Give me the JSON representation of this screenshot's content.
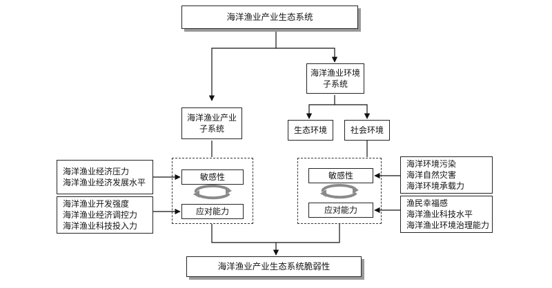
{
  "root": {
    "label": "海洋渔业产业生态系统"
  },
  "industry_subsystem": {
    "label": "海洋渔业产业\n子系统"
  },
  "environment_subsystem": {
    "label": "海洋渔业环境\n子系统"
  },
  "ecological_env": {
    "label": "生态环境"
  },
  "social_env": {
    "label": "社会环境"
  },
  "left_panel": {
    "sensitivity": "敏感性",
    "coping": "应对能力"
  },
  "right_panel": {
    "sensitivity": "敏感性",
    "coping": "应对能力"
  },
  "left_indicators": {
    "sensitivity": "海洋渔业经济压力\n海洋渔业经济发展水平",
    "coping": "海洋渔业开发强度\n海洋渔业经济调控力\n海洋渔业科技投入力"
  },
  "right_indicators": {
    "sensitivity": "海洋环境污染\n海洋自然灾害\n海洋环境承载力",
    "coping": "渔民幸福感\n海洋渔业科技水平\n海洋渔业环境治理能力"
  },
  "result": {
    "label": "海洋渔业产业生态系统脆弱性"
  }
}
